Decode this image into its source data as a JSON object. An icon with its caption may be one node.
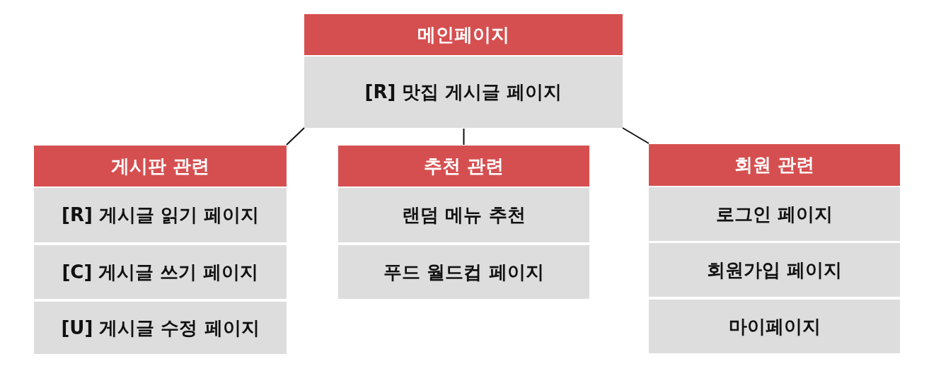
{
  "diagram": {
    "nodes": [
      {
        "text": [
          "메인페이지"
        ]
      },
      {
        "text": [
          "[R] 맛집 게시글 페이지"
        ],
        "in": 0
      },
      {
        "text": [
          "게시판 관련"
        ]
      },
      {
        "text": [
          "[R] 게시글 읽기 페이지"
        ],
        "in": 2
      },
      {
        "text": [
          "[C] 게시글 쓰기 페이지"
        ],
        "in": 2
      },
      {
        "text": [
          "[U] 게시글 수정 페이지"
        ],
        "in": 2
      },
      {
        "text": [
          "추천 관련"
        ]
      },
      {
        "text": [
          "랜덤 메뉴 추천"
        ],
        "in": 6
      },
      {
        "text": [
          "푸드 월드컵 페이지"
        ],
        "in": 6
      },
      {
        "text": [
          "회원 관련"
        ]
      },
      {
        "text": [
          "로그인 페이지"
        ],
        "in": 9
      },
      {
        "text": [
          "회원가입 페이지"
        ],
        "in": 9
      },
      {
        "text": [
          "마이페이지"
        ],
        "in": 9
      }
    ],
    "edges": [
      {
        "from": 0,
        "to": 2,
        "arrow": "none"
      },
      {
        "from": 0,
        "to": 6,
        "arrow": "none"
      },
      {
        "from": 0,
        "to": 9,
        "arrow": "none"
      }
    ]
  }
}
